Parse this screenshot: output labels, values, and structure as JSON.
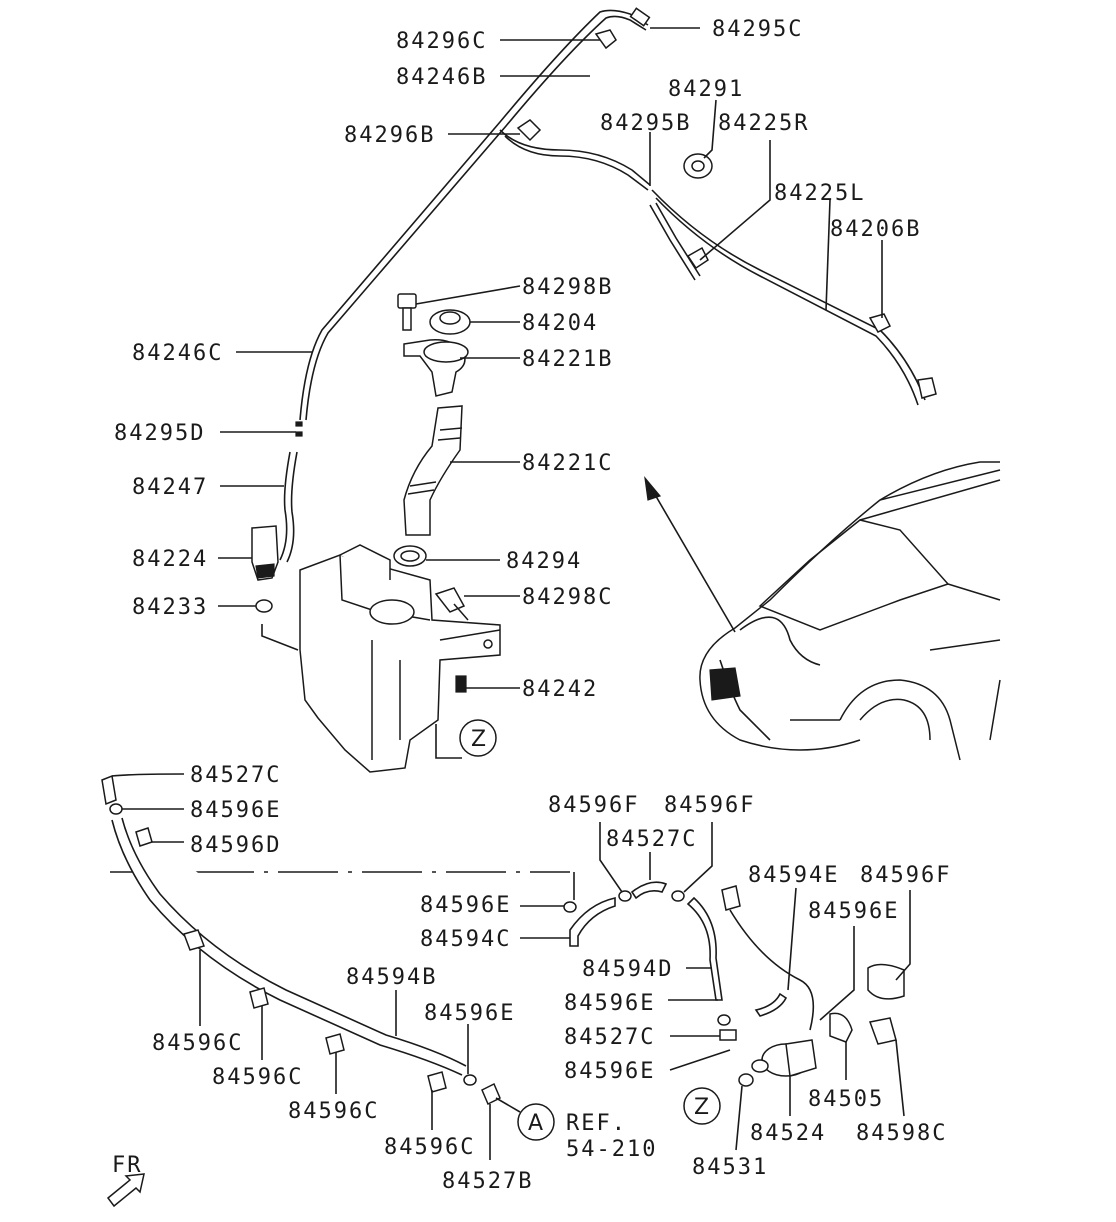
{
  "colors": {
    "ink": "#1a1a1a",
    "paper": "#ffffff"
  },
  "labels": {
    "p84296C": "84296C",
    "p84295C": "84295C",
    "p84246B": "84246B",
    "p84291": "84291",
    "p84296B_top": "84296B",
    "p84295B": "84295B",
    "p84225R": "84225R",
    "p84225L": "84225L",
    "p84206B": "84206B",
    "p84298B": "84298B",
    "p84204": "84204",
    "p84221B": "84221B",
    "p84246C": "84246C",
    "p84295D": "84295D",
    "p84221C": "84221C",
    "p84247": "84247",
    "p84224": "84224",
    "p84294": "84294",
    "p84233": "84233",
    "p84298C_top": "84298C",
    "p84242": "84242",
    "p84527C_left": "84527C",
    "p84596E_left": "84596E",
    "p84596D": "84596D",
    "p84596F_a": "84596F",
    "p84596F_b": "84596F",
    "p84527C_mid": "84527C",
    "p84594E": "84594E",
    "p84596F_c": "84596F",
    "p84596E_mid": "84596E",
    "p84596E_r": "84596E",
    "p84594C": "84594C",
    "p84594D": "84594D",
    "p84594B": "84594B",
    "p84596E_low": "84596E",
    "p84596E_r2": "84596E",
    "p84527C_r": "84527C",
    "p84596E_r3": "84596E",
    "p84596C_a": "84596C",
    "p84596C_b": "84596C",
    "p84596C_c": "84596C",
    "p84596C_d": "84596C",
    "p84505": "84505",
    "p84524": "84524",
    "p84598C": "84598C",
    "p84531": "84531",
    "p84527B": "84527B",
    "ref_line1": "REF.",
    "ref_line2": "54-210",
    "circle_Z_top": "Z",
    "circle_Z_bottom": "Z",
    "circle_A": "A",
    "fr": "FR"
  }
}
